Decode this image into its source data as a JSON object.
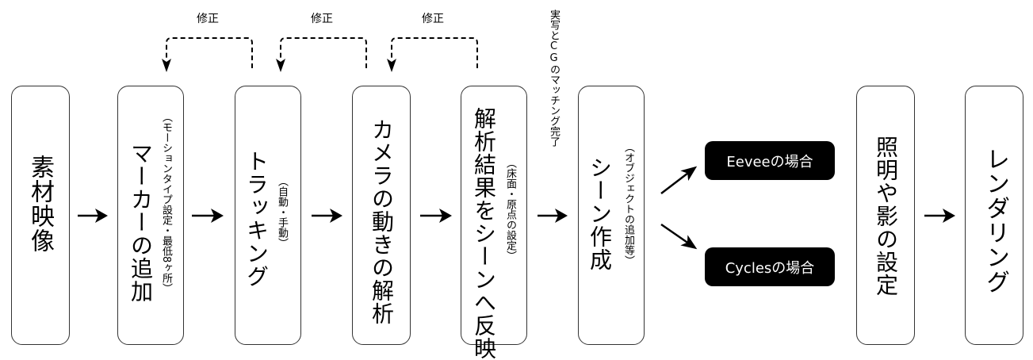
{
  "diagram": {
    "steps": [
      {
        "id": "source-footage",
        "label": "素材映像",
        "note": ""
      },
      {
        "id": "add-markers",
        "label": "マーカーの追加",
        "note": "（モーションタイプ設定・最低8ヶ所）"
      },
      {
        "id": "tracking",
        "label": "トラッキング",
        "note": "（自動・手動）"
      },
      {
        "id": "camera-solve",
        "label": "カメラの動きの解析",
        "note": ""
      },
      {
        "id": "apply-to-scene",
        "label": "解析結果をシーンへ反映",
        "note": "（床面・原点の設定）"
      },
      {
        "id": "scene-creation",
        "label": "シーン作成",
        "note": "（オブジェクトの追加等）"
      },
      {
        "id": "lighting-shadow",
        "label": "照明や影の設定",
        "note": ""
      },
      {
        "id": "rendering",
        "label": "レンダリング",
        "note": ""
      }
    ],
    "branches": [
      {
        "id": "eevee",
        "label": "Eeveeの場合"
      },
      {
        "id": "cycles",
        "label": "Cyclesの場合"
      }
    ],
    "feedback_loops": [
      {
        "label": "修正",
        "from": "tracking",
        "to": "add-markers"
      },
      {
        "label": "修正",
        "from": "camera-solve",
        "to": "tracking"
      },
      {
        "label": "修正",
        "from": "apply-to-scene",
        "to": "camera-solve"
      }
    ],
    "milestone_label": "実写とCGのマッチング完了",
    "colors": {
      "stroke": "#000000",
      "box_border": "#333333",
      "pill_bg": "#000000",
      "pill_text": "#ffffff"
    }
  }
}
